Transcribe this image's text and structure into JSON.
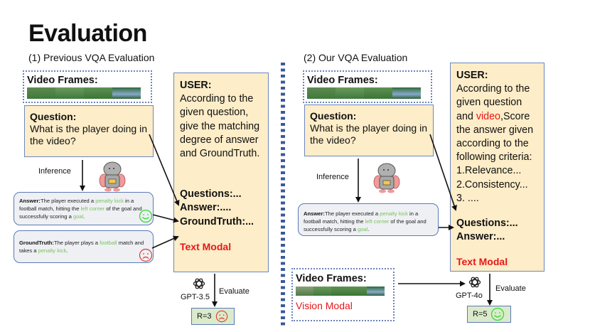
{
  "title": "Evaluation",
  "left_panel": {
    "heading": "(1) Previous VQA Evaluation",
    "video_frames_label": "Video Frames:",
    "question_label": "Question:",
    "question_text": "What is the player doing in the video?",
    "inference_label": "Inference",
    "answer": {
      "label": "Answer:",
      "segments": [
        {
          "text": "The player executed a ",
          "highlight": false
        },
        {
          "text": "penalty kick",
          "highlight": true
        },
        {
          "text": " in a football match, hitting the ",
          "highlight": false
        },
        {
          "text": "left corner",
          "highlight": true
        },
        {
          "text": " of the goal and successfully scoring a ",
          "highlight": false
        },
        {
          "text": "goal",
          "highlight": true
        },
        {
          "text": ".",
          "highlight": false
        }
      ],
      "emoji": "smile-icon"
    },
    "ground_truth": {
      "label": "GroundTruth:",
      "segments": [
        {
          "text": "The player plays a ",
          "highlight": false
        },
        {
          "text": "football",
          "highlight": true
        },
        {
          "text": " match and takes a ",
          "highlight": false
        },
        {
          "text": "penalty kick",
          "highlight": true
        },
        {
          "text": ".",
          "highlight": false
        }
      ],
      "emoji": "frown-icon"
    },
    "user_prompt": {
      "label": "USER:",
      "text": "According to the given question, give the matching degree of answer and GroundTruth.",
      "lines": [
        "Questions:...",
        "Answer:....",
        "GroundTruth:..."
      ],
      "modal": "Text Modal"
    },
    "model_label": "GPT-3.5",
    "evaluate_label": "Evaluate",
    "result": "R=3",
    "result_emoji": "frown-icon"
  },
  "right_panel": {
    "heading": "(2) Our VQA Evaluation",
    "video_frames_label": "Video Frames:",
    "question_label": "Question:",
    "question_text": "What is the player doing in the video?",
    "inference_label": "Inference",
    "answer": {
      "label": "Answer:",
      "segments": [
        {
          "text": "The player executed a ",
          "highlight": false
        },
        {
          "text": "penalty kick",
          "highlight": true
        },
        {
          "text": " in a football match, hitting the ",
          "highlight": false
        },
        {
          "text": "left corner",
          "highlight": true
        },
        {
          "text": " of the goal and successfully scoring a ",
          "highlight": false
        },
        {
          "text": "goal",
          "highlight": true
        },
        {
          "text": ".",
          "highlight": false
        }
      ]
    },
    "user_prompt": {
      "label": "USER:",
      "text_before": "According to the given question and ",
      "text_highlight": "video",
      "text_after": ",Score the answer given according to the following criteria:",
      "criteria": [
        "1.Relevance...",
        "2.Consistency...",
        "3. ...."
      ],
      "lines": [
        "Questions:...",
        "Answer:..."
      ],
      "modal": "Text Modal"
    },
    "vision_box": {
      "label": "Video Frames:",
      "modal": "Vision Modal"
    },
    "model_label": "GPT-4o",
    "evaluate_label": "Evaluate",
    "result": "R=5",
    "result_emoji": "smile-icon"
  },
  "colors": {
    "highlight_green": "#7ac35a",
    "modal_red": "#e8161a",
    "box_yellow": "#fdedc8",
    "box_border_blue": "#6c87be",
    "divider_blue": "#3a5a9a",
    "smile_green": "#33dd33",
    "frown_red": "#e03a2a"
  }
}
